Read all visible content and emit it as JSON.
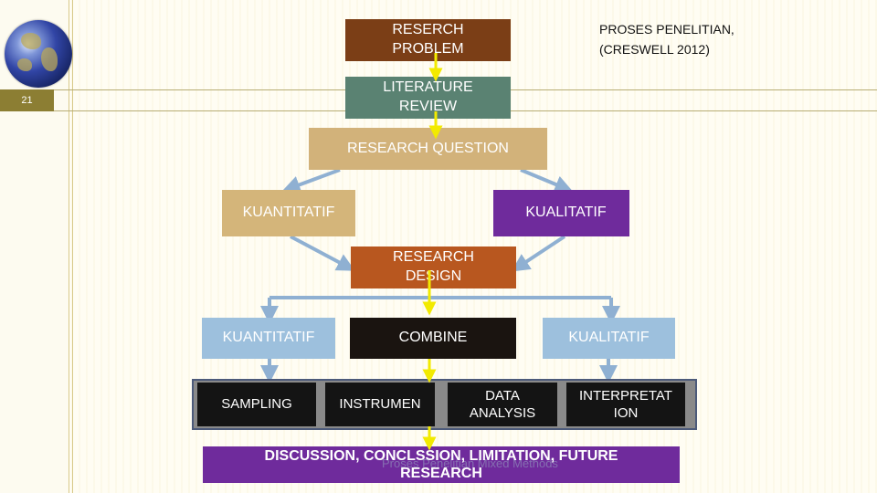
{
  "slide": {
    "page_number": "21",
    "caption": "PROSES PENELITIAN,\n(CRESWELL 2012)"
  },
  "boxes": {
    "research_problem": "RESERCH\nPROBLEM",
    "literature_review": "LITERATURE\nREVIEW",
    "research_question": "RESEARCH QUESTION",
    "kuantitatif_top": "KUANTITATIF",
    "kualitatif_top": "KUALITATIF",
    "research_design": "RESEARCH\nDESIGN",
    "kuantitatif_mid": "KUANTITATIF",
    "combine": "COMBINE",
    "kualitatif_mid": "KUALITATIF",
    "sampling": "SAMPLING",
    "instrumen": "INSTRUMEN",
    "data_analysis": "DATA\nANALYSIS",
    "interpretation": "INTERPRETAT\nION",
    "final_line1": "DISCUSSION, CONCLSSION, LIMITATION, FUTURE",
    "final_line2": "RESEARCH",
    "ghost_text": "Proses Penelitian Mixed Methods"
  },
  "colors": {
    "research_problem": "#7b3e16",
    "literature_review": "#5a8272",
    "research_question": "#d2b27a",
    "kuantitatif_top": "#d4b57a",
    "kualitatif_top": "#6f2b9c",
    "research_design": "#b8571f",
    "kuantitatif_mid": "#9dc0dd",
    "combine": "#1a1410",
    "kualitatif_mid": "#9dc0dd",
    "inner_box": "#141414",
    "final": "#6f2b9c",
    "arrow_yellow": "#f2ea00",
    "arrow_blue": "#8fb0d2"
  }
}
